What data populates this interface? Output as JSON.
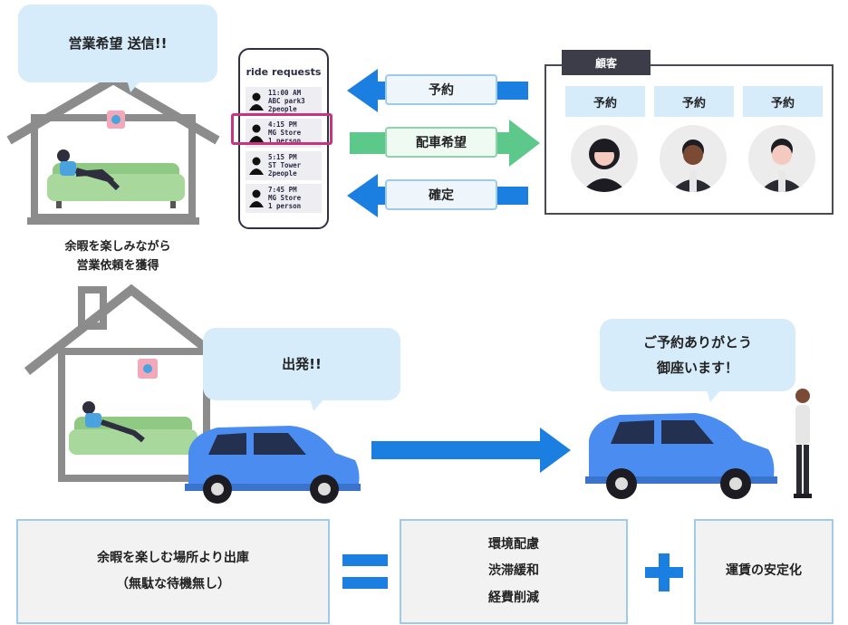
{
  "top_bubble": "営業希望 送信!!",
  "top_caption": [
    "余暇を楽しみながら",
    "営業依頼を獲得"
  ],
  "phone": {
    "title": "ride requests",
    "requests": [
      {
        "time": "11:00 AM",
        "place": "ABC park3",
        "people": "2people"
      },
      {
        "time": "4:15 PM",
        "place": "MG Store",
        "people": "1 person"
      },
      {
        "time": "5:15 PM",
        "place": "ST Tower",
        "people": "2people"
      },
      {
        "time": "7:45 PM",
        "place": "MG Store",
        "people": "1 person"
      }
    ]
  },
  "arrows": {
    "reserve": "予約",
    "dispatch_request": "配車希望",
    "confirm": "確定"
  },
  "customers": {
    "tag": "顧客",
    "buttons": [
      "予約",
      "予約",
      "予約"
    ]
  },
  "depart_bubble": "出発!!",
  "greeting_bubble": [
    "ご予約ありがとう",
    "御座います！"
  ],
  "bottom": {
    "left_box": [
      "余暇を楽しむ場所より出庫",
      "（無駄な待機無し）"
    ],
    "middle_box": [
      "環境配慮",
      "渋滞緩和",
      "経費削減"
    ],
    "right_box": "運賃の安定化"
  },
  "colors": {
    "accent_blue": "#1a7fe0",
    "green": "#5cc88a",
    "highlight": "#c8357e",
    "car_blue": "#4a8cf0",
    "bubble": "#d6ecfb"
  }
}
